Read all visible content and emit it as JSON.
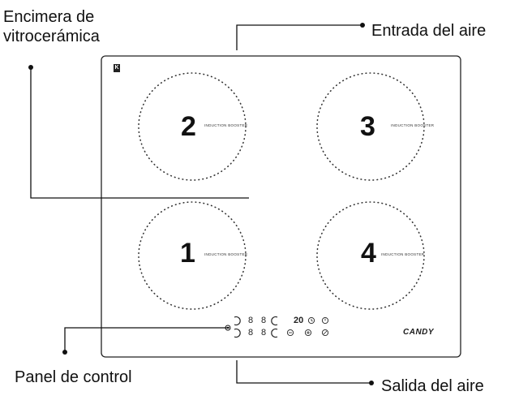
{
  "callouts": {
    "cooktop": "Encimera de vitrocerámica",
    "air_inlet": "Entrada del aire",
    "control_panel": "Panel de control",
    "air_outlet": "Salida del aire"
  },
  "zones": [
    {
      "number": "2",
      "tag": "INDUCTION BOOSTER"
    },
    {
      "number": "3",
      "tag": "INDUCTION BOOSTER"
    },
    {
      "number": "1",
      "tag": "INDUCTION BOOSTER"
    },
    {
      "number": "4",
      "tag": "INDUCTION BOOSTER"
    }
  ],
  "brand": "CANDY",
  "logo_icon": "k-logo-icon",
  "control_panel": {
    "row1_digits": [
      "8",
      "8"
    ],
    "row2_digits": [
      "8",
      "8"
    ],
    "timer_display": "20",
    "icons": [
      "zone-select-icon",
      "clock-icon",
      "power-icon",
      "minus-icon",
      "plus-icon",
      "lock-icon"
    ]
  }
}
